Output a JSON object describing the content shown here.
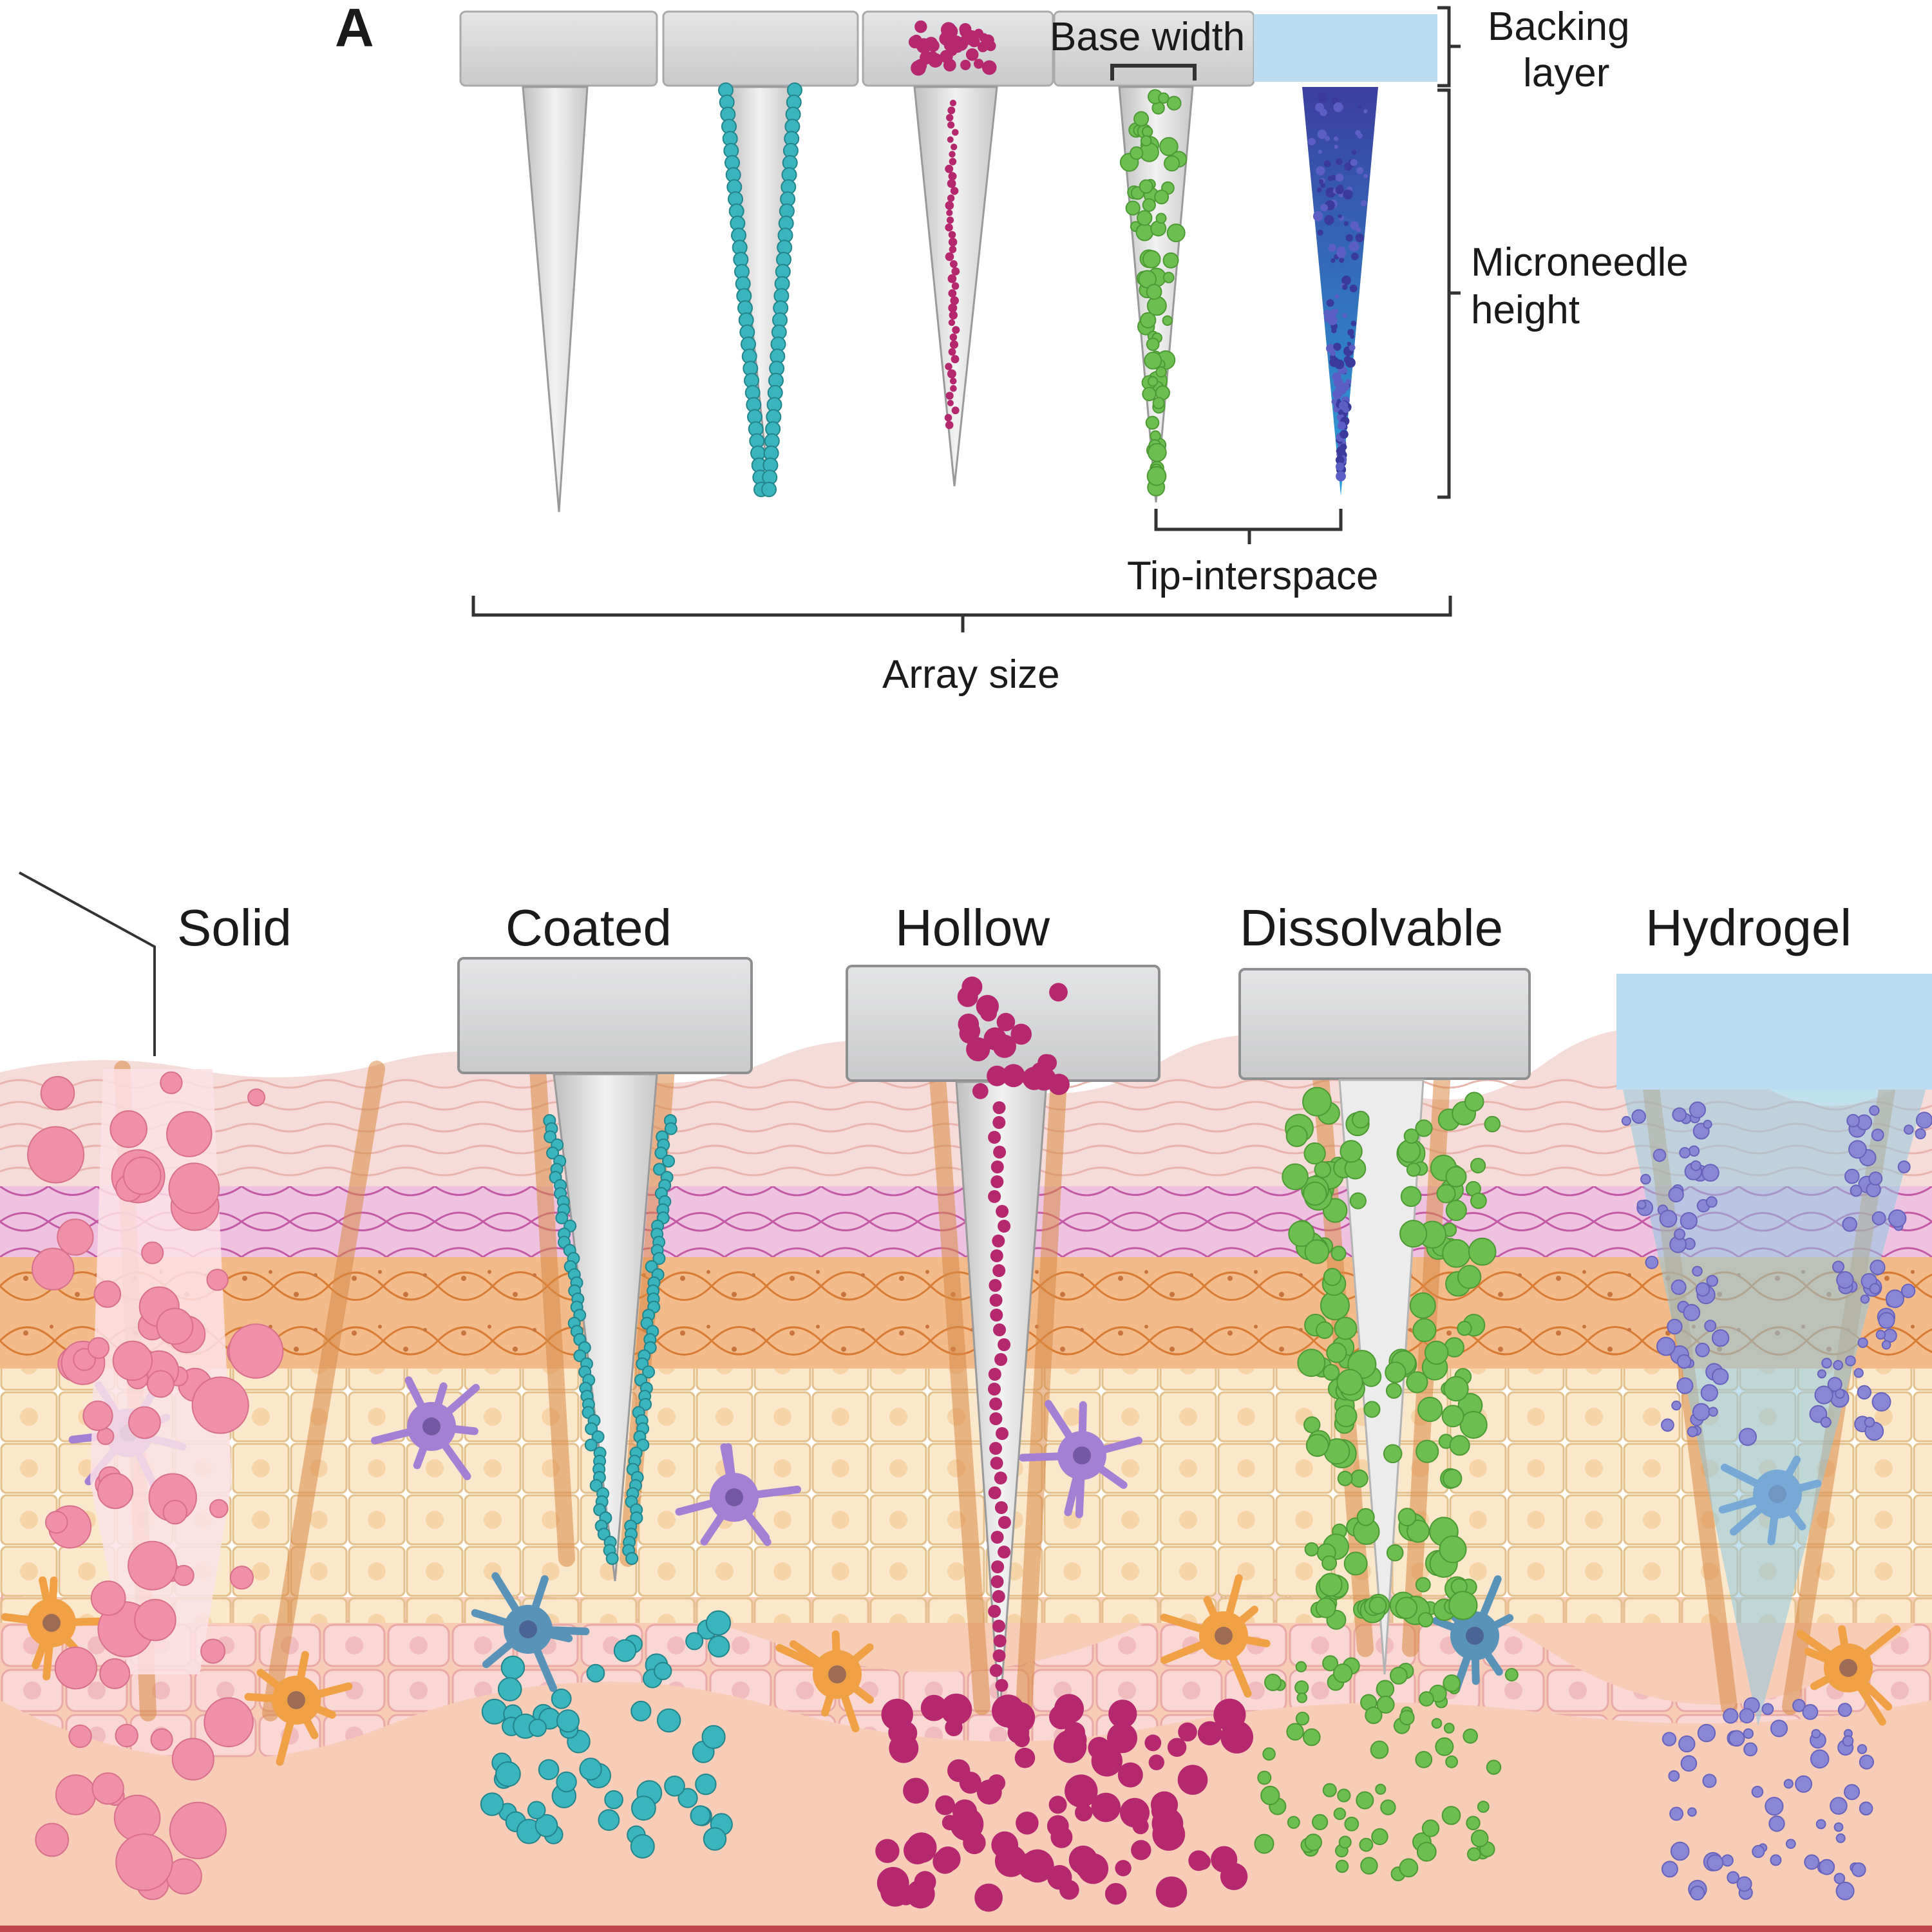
{
  "panel_a": {
    "letter": "A",
    "labels": {
      "base_width": "Base width",
      "backing_layer": [
        "Backing",
        "layer"
      ],
      "microneedle_height": [
        "Microneedle",
        "height"
      ],
      "tip_interspace": "Tip-interspace",
      "array_size": "Array size"
    }
  },
  "panel_b": {
    "types": [
      "Solid",
      "Coated",
      "Hollow",
      "Dissolvable",
      "Hydrogel"
    ]
  },
  "colors": {
    "needle": "#d9d9d9",
    "backing": "#d6d7d8",
    "hydrogel_backing": "#bcdcf2",
    "coated": "#3ab5bd",
    "hollow": "#b5276e",
    "dissolvable": "#6cbf4e",
    "hydrogel": "#5b5fc4",
    "solid_particles": "#ef8fa8",
    "stratum_corneum": "#f6dcd8",
    "stratum_lucidum": "#eec3e2",
    "stratum_granulosum": "#f3bb8a",
    "stratum_spinosum": "#f8e3c4",
    "dermis": "#f7cdb8"
  }
}
